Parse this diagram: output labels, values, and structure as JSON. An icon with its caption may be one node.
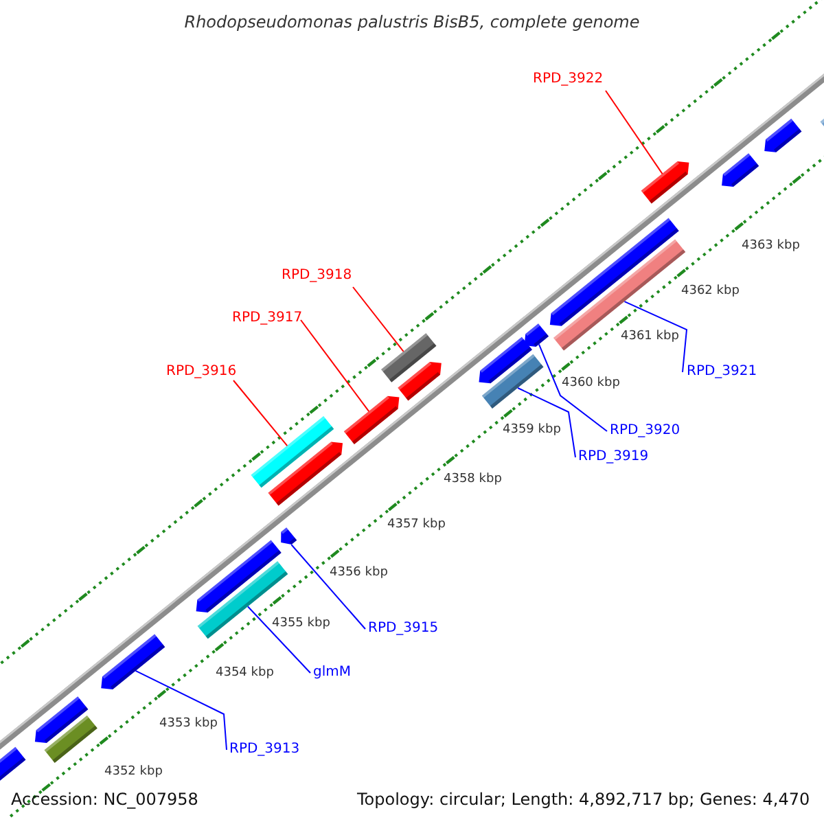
{
  "diagram": {
    "title": "Rhodopseudomonas palustris BisB5, complete genome",
    "nodes": [
      {
        "text": [
          "RPD_3922"
        ]
      },
      {
        "text": [
          "RPD_3918"
        ]
      },
      {
        "text": [
          "RPD_3917"
        ]
      },
      {
        "text": [
          "RPD_3916"
        ]
      },
      {
        "text": [
          "RPD_3921"
        ]
      },
      {
        "text": [
          "RPD_3920"
        ]
      },
      {
        "text": [
          "RPD_3919"
        ]
      },
      {
        "text": [
          "RPD_3915"
        ]
      },
      {
        "text": [
          "glmM"
        ]
      },
      {
        "text": [
          "RPD_3913"
        ]
      },
      {
        "text": [],
        "shape": "bar"
      },
      {
        "text": [],
        "shape": "bar"
      },
      {
        "text": [],
        "shape": "bar"
      },
      {
        "text": [],
        "shape": "bar"
      },
      {
        "text": [],
        "shape": "bar"
      },
      {
        "text": [],
        "shape": "bar"
      },
      {
        "text": [],
        "shape": "bar"
      },
      {
        "text": [],
        "shape": "bar"
      },
      {
        "text": [],
        "shape": "bar"
      },
      {
        "text": [],
        "shape": "bar"
      }
    ],
    "edges": [
      {
        "from": 0,
        "to": 10,
        "arrow": "none",
        "color": "#ff0000"
      },
      {
        "from": 1,
        "to": 11,
        "arrow": "none",
        "color": "#ff0000"
      },
      {
        "from": 2,
        "to": 12,
        "arrow": "none",
        "color": "#ff0000"
      },
      {
        "from": 3,
        "to": 13,
        "arrow": "none",
        "color": "#ff0000"
      },
      {
        "from": 4,
        "to": 14,
        "arrow": "none"
      },
      {
        "from": 5,
        "to": 15,
        "arrow": "none"
      },
      {
        "from": 6,
        "to": 16,
        "arrow": "none"
      },
      {
        "from": 7,
        "to": 17,
        "arrow": "none"
      },
      {
        "from": 8,
        "to": 18,
        "arrow": "none"
      },
      {
        "from": 9,
        "to": 19,
        "arrow": "none"
      }
    ],
    "labels": [
      "4363 kbp",
      "4362 kbp",
      "4361 kbp",
      "4360 kbp",
      "4359 kbp",
      "4358 kbp",
      "4357 kbp",
      "4356 kbp",
      "4355 kbp",
      "4354 kbp",
      "4353 kbp",
      "4352 kbp",
      "Accession: NC_007958",
      "Topology: circular; Length: 4,892,717 bp; Genes: 4,470"
    ]
  }
}
